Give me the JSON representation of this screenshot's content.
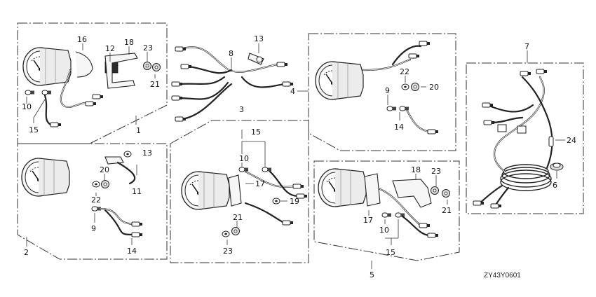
{
  "diagram": {
    "drawing_code": "ZY43Y0601",
    "callouts": {
      "p1": "1",
      "p2": "2",
      "p3": "3",
      "p4": "4",
      "p5": "5",
      "p6": "6",
      "p7": "7",
      "p8": "8",
      "g1_16": "16",
      "g1_18": "18",
      "g1_12": "12",
      "g1_23": "23",
      "g1_21": "21",
      "g1_10": "10",
      "g1_15": "15",
      "g2_13": "13",
      "g2_20": "20",
      "g2_22": "22",
      "g2_11": "11",
      "g2_9": "9",
      "g2_14": "14",
      "g3_15": "15",
      "g3_10": "10",
      "g3_17": "17",
      "g3_19": "19",
      "g3_21": "21",
      "g3_23": "23",
      "g4_22": "22",
      "g4_20": "20",
      "g4_9": "9",
      "g4_14": "14",
      "g5_18": "18",
      "g5_23": "23",
      "g5_21": "21",
      "g5_17": "17",
      "g5_10": "10",
      "g5_15": "15",
      "top_13": "13",
      "g7_24": "24"
    }
  }
}
